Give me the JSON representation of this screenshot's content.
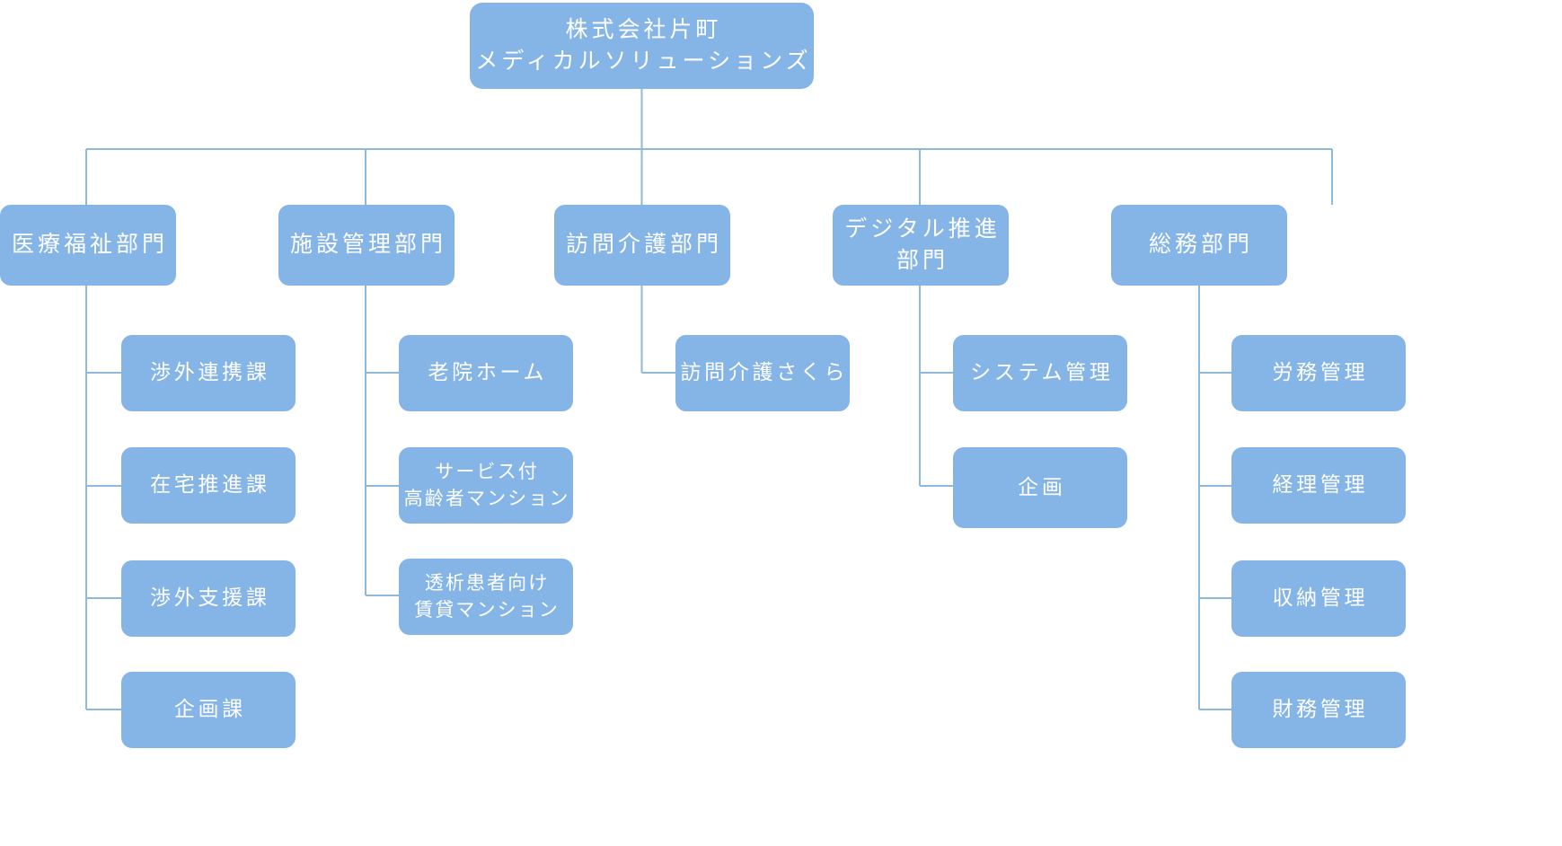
{
  "chart": {
    "title_root": "株式会社片町 メディカルソリューションズ",
    "accent_color": "#85b4e6",
    "connector_color": "#8fb8dd",
    "text_color": "#ffffff",
    "background_color": "#ffffff"
  },
  "root": {
    "line1": "株式会社片町",
    "line2": "メディカルソリューションズ"
  },
  "departments": [
    {
      "line1": "医療福祉部門",
      "line2": ""
    },
    {
      "line1": "施設管理部門",
      "line2": ""
    },
    {
      "line1": "訪問介護部門",
      "line2": ""
    },
    {
      "line1": "デジタル推進",
      "line2": "部門"
    },
    {
      "line1": "総務部門",
      "line2": ""
    }
  ],
  "units": {
    "medical_welfare": [
      {
        "line1": "渉外連携課",
        "line2": ""
      },
      {
        "line1": "在宅推進課",
        "line2": ""
      },
      {
        "line1": "渉外支援課",
        "line2": ""
      },
      {
        "line1": "企画課",
        "line2": ""
      }
    ],
    "facility_management": [
      {
        "line1": "老院ホーム",
        "line2": ""
      },
      {
        "line1": "サービス付",
        "line2": "高齢者マンション"
      },
      {
        "line1": "透析患者向け",
        "line2": "賃貸マンション"
      }
    ],
    "home_care": [
      {
        "line1": "訪問介護さくら",
        "line2": ""
      }
    ],
    "digital_promotion": [
      {
        "line1": "システム管理",
        "line2": ""
      },
      {
        "line1": "企画",
        "line2": ""
      }
    ],
    "general_affairs": [
      {
        "line1": "労務管理",
        "line2": ""
      },
      {
        "line1": "経理管理",
        "line2": ""
      },
      {
        "line1": "収納管理",
        "line2": ""
      },
      {
        "line1": "財務管理",
        "line2": ""
      }
    ]
  }
}
